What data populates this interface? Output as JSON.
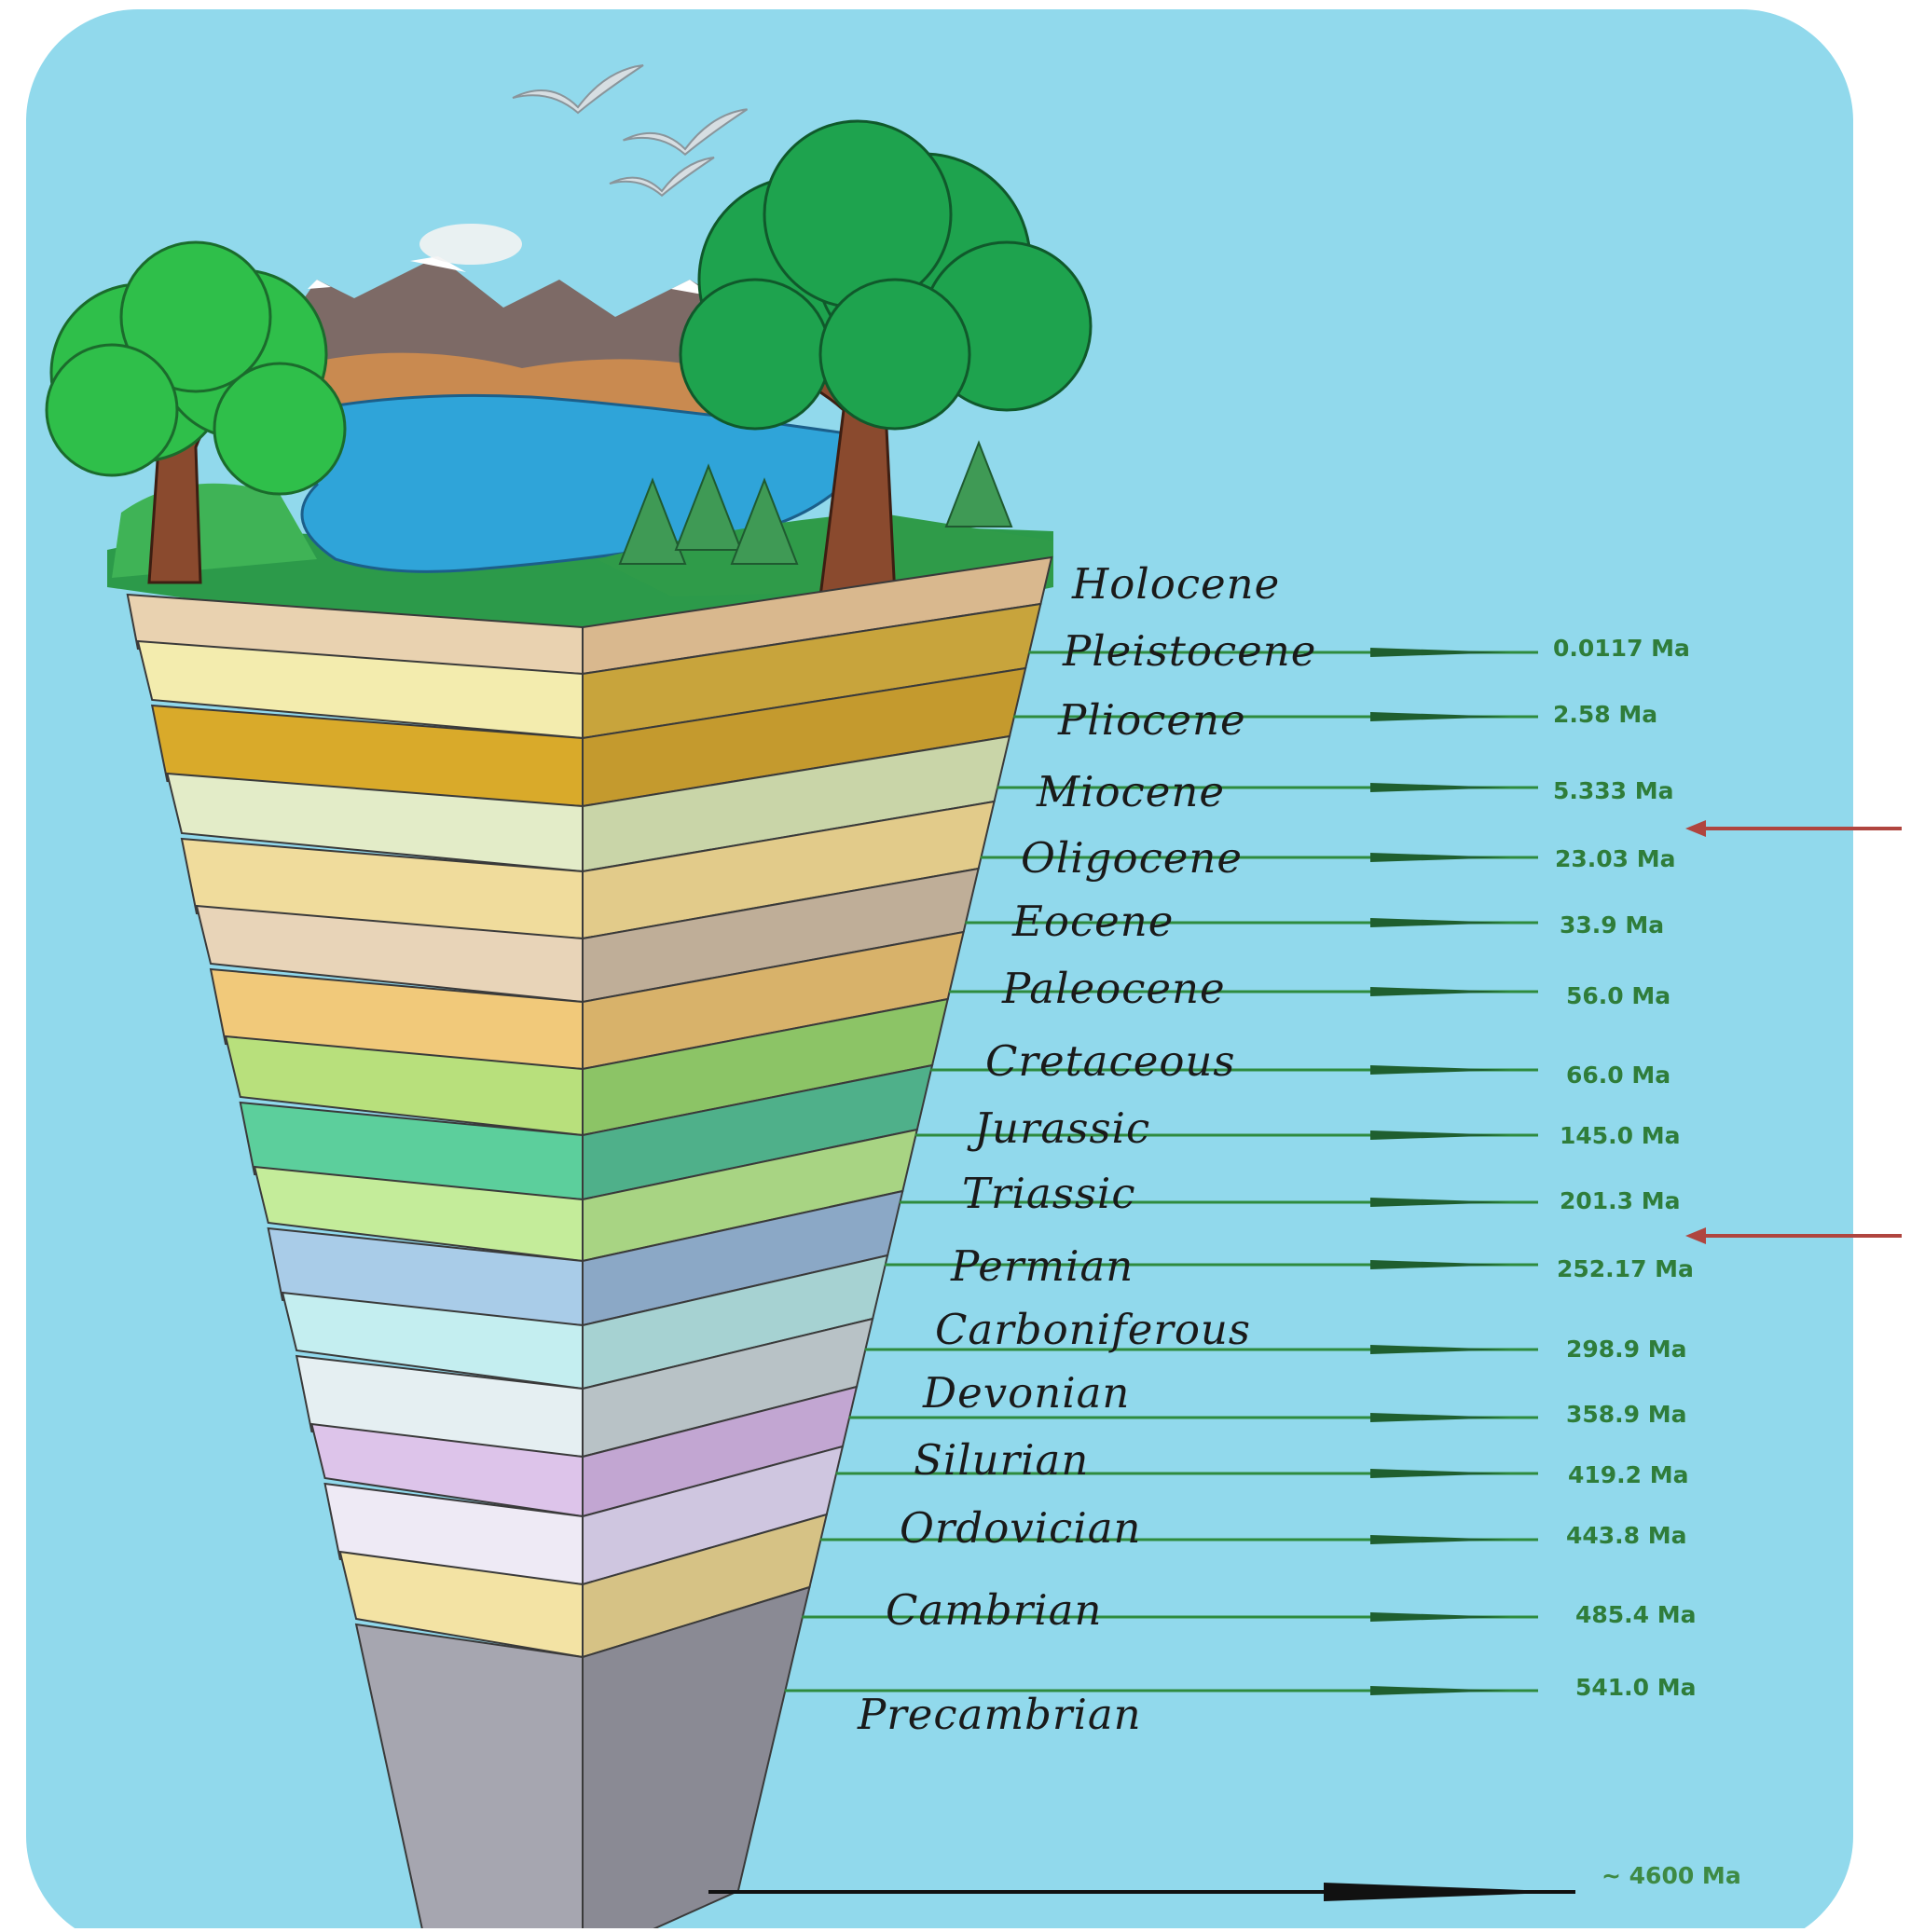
{
  "colors": {
    "background": "#91d9ec",
    "age_text": "#2f7d3a",
    "boundary_line": "#2e8b3e",
    "marker_arrow": "#b0453f"
  },
  "periods": [
    {
      "name": "Holocene",
      "age": "0.0117 Ma"
    },
    {
      "name": "Pleistocene",
      "age": "2.58 Ma"
    },
    {
      "name": "Pliocene",
      "age": "5.333 Ma"
    },
    {
      "name": "Miocene",
      "age": "23.03 Ma"
    },
    {
      "name": "Oligocene",
      "age": "33.9 Ma"
    },
    {
      "name": "Eocene",
      "age": "56.0 Ma"
    },
    {
      "name": "Paleocene",
      "age": "66.0 Ma"
    },
    {
      "name": "Cretaceous",
      "age": "145.0 Ma"
    },
    {
      "name": "Jurassic",
      "age": "201.3 Ma"
    },
    {
      "name": "Triassic",
      "age": "252.17 Ma"
    },
    {
      "name": "Permian",
      "age": "298.9 Ma"
    },
    {
      "name": "Carboniferous",
      "age": "358.9 Ma"
    },
    {
      "name": "Devonian",
      "age": "419.2 Ma"
    },
    {
      "name": "Silurian",
      "age": "443.8 Ma"
    },
    {
      "name": "Ordovician",
      "age": "485.4 Ma"
    },
    {
      "name": "Cambrian",
      "age": "541.0 Ma"
    },
    {
      "name": "Precambrian",
      "age": "~ 4600 Ma"
    }
  ],
  "strata_colors": [
    "#e9d2b0",
    "#f3ecae",
    "#d9aa2a",
    "#e3ecc8",
    "#f0dc9c",
    "#e8d4b8",
    "#f1c97a",
    "#b8e07c",
    "#5ccf9c",
    "#c4ec9a",
    "#a9cce8",
    "#c4eef0",
    "#e5eff2",
    "#ddc4ea",
    "#eeeaf5",
    "#f3e3a4",
    "#a6a6b0"
  ],
  "side_colors": [
    "#d9b88e",
    "#c8a43c",
    "#c49a2e",
    "#c9d5a8",
    "#e2cb8a",
    "#bfae98",
    "#d8b26a",
    "#8cc466",
    "#4fb08a",
    "#a8d483",
    "#8ba8c6",
    "#a6d2d2",
    "#b8c2c6",
    "#c2a6d2",
    "#cfc6e0",
    "#d6c285",
    "#8a8a94"
  ],
  "markers": [
    {
      "after": "Pliocene"
    },
    {
      "after": "Jurassic"
    }
  ]
}
